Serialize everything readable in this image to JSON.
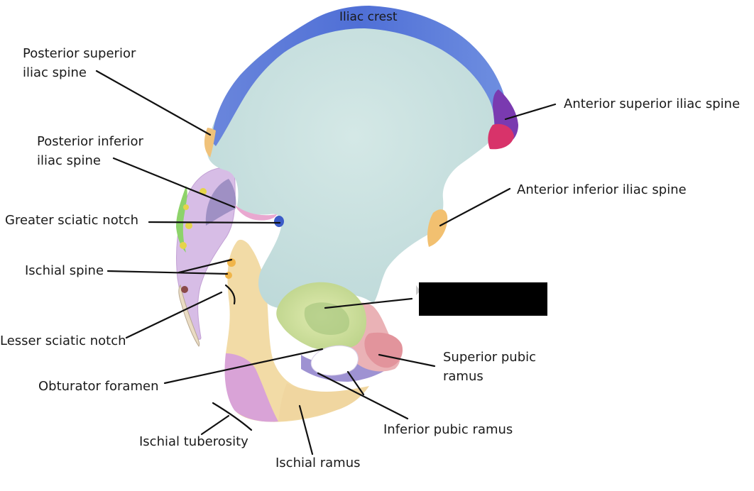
{
  "labels": {
    "iliac_crest": "Iliac crest",
    "posterior_superior_line1": "Posterior superior",
    "posterior_superior_line2": "iliac spine",
    "posterior_inferior_line1": "Posterior inferior",
    "posterior_inferior_line2": "iliac spine",
    "greater_sciatic_notch": "Greater sciatic notch",
    "ischial_spine": "Ischial spine",
    "lesser_sciatic_notch": "Lesser sciatic notch",
    "obturator_foramen": "Obturator foramen",
    "ischial_tuberosity": "Ischial tuberosity",
    "ischial_ramus": "Ischial ramus",
    "inferior_pubic_ramus": "Inferior pubic ramus",
    "superior_pubic_line1": "Superior pubic",
    "superior_pubic_line2": "ramus",
    "anterior_inferior": "Anterior inferior iliac spine",
    "anterior_superior": "Anterior superior iliac spine"
  },
  "colors": {
    "ilium_body": "#c9e2e0",
    "iliac_crest": "#5a78d6",
    "asis": "#7a3ab0",
    "asis_lower": "#d8336a",
    "ischium": "#f2dca8",
    "ischial_tuberosity": "#d9a2d6",
    "pubis": "#e9b4b8",
    "acetabulum": "#cfe29a",
    "inferior_ramus": "#9b8fd0",
    "sacral_face": "#d2b5e2",
    "accent_orange": "#f0b54a",
    "redaction": "#000000"
  }
}
